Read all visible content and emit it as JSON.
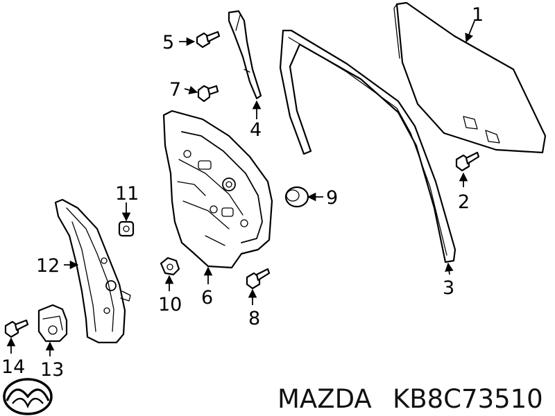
{
  "caption": {
    "brand": "MAZDA",
    "part_number": "KB8C73510"
  },
  "callouts": [
    {
      "id": "1",
      "label": "1"
    },
    {
      "id": "2",
      "label": "2"
    },
    {
      "id": "3",
      "label": "3"
    },
    {
      "id": "4",
      "label": "4"
    },
    {
      "id": "5",
      "label": "5"
    },
    {
      "id": "6",
      "label": "6"
    },
    {
      "id": "7",
      "label": "7"
    },
    {
      "id": "8",
      "label": "8"
    },
    {
      "id": "9",
      "label": "9"
    },
    {
      "id": "10",
      "label": "10"
    },
    {
      "id": "11",
      "label": "11"
    },
    {
      "id": "12",
      "label": "12"
    },
    {
      "id": "13",
      "label": "13"
    },
    {
      "id": "14",
      "label": "14"
    }
  ],
  "logo": {
    "icon": "mazda-logo-icon"
  }
}
